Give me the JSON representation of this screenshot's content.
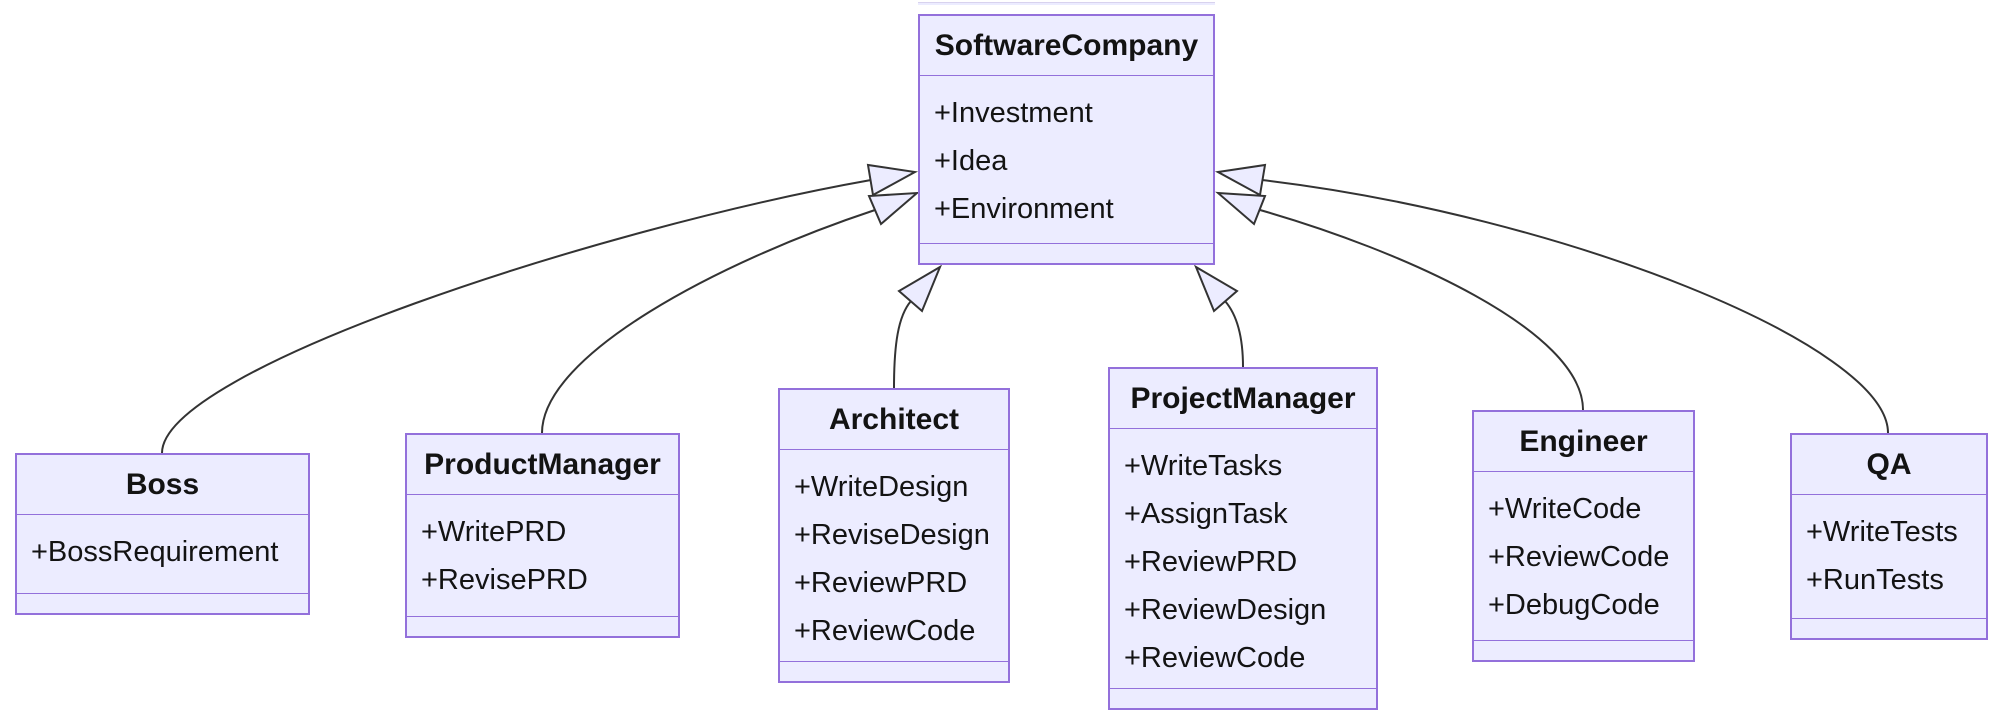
{
  "diagram": {
    "type": "uml-class-diagram",
    "classes": [
      {
        "id": "software-company",
        "name": "SoftwareCompany",
        "attributes": [
          "+Investment",
          "+Idea",
          "+Environment"
        ],
        "methods": []
      },
      {
        "id": "boss",
        "name": "Boss",
        "attributes": [
          "+BossRequirement"
        ],
        "methods": []
      },
      {
        "id": "product-manager",
        "name": "ProductManager",
        "attributes": [
          "+WritePRD",
          "+RevisePRD"
        ],
        "methods": []
      },
      {
        "id": "architect",
        "name": "Architect",
        "attributes": [
          "+WriteDesign",
          "+ReviseDesign",
          "+ReviewPRD",
          "+ReviewCode"
        ],
        "methods": []
      },
      {
        "id": "project-manager",
        "name": "ProjectManager",
        "attributes": [
          "+WriteTasks",
          "+AssignTask",
          "+ReviewPRD",
          "+ReviewDesign",
          "+ReviewCode"
        ],
        "methods": []
      },
      {
        "id": "engineer",
        "name": "Engineer",
        "attributes": [
          "+WriteCode",
          "+ReviewCode",
          "+DebugCode"
        ],
        "methods": []
      },
      {
        "id": "qa",
        "name": "QA",
        "attributes": [
          "+WriteTests",
          "+RunTests"
        ],
        "methods": []
      }
    ],
    "relationships": [
      {
        "from": "Boss",
        "to": "SoftwareCompany",
        "type": "inheritance"
      },
      {
        "from": "ProductManager",
        "to": "SoftwareCompany",
        "type": "inheritance"
      },
      {
        "from": "Architect",
        "to": "SoftwareCompany",
        "type": "inheritance"
      },
      {
        "from": "ProjectManager",
        "to": "SoftwareCompany",
        "type": "inheritance"
      },
      {
        "from": "Engineer",
        "to": "SoftwareCompany",
        "type": "inheritance"
      },
      {
        "from": "QA",
        "to": "SoftwareCompany",
        "type": "inheritance"
      }
    ],
    "colors": {
      "node_fill": "#ECECFF",
      "node_border": "#9370DB",
      "edge": "#333333",
      "text": "#131313",
      "background": "#FFFFFF"
    }
  }
}
